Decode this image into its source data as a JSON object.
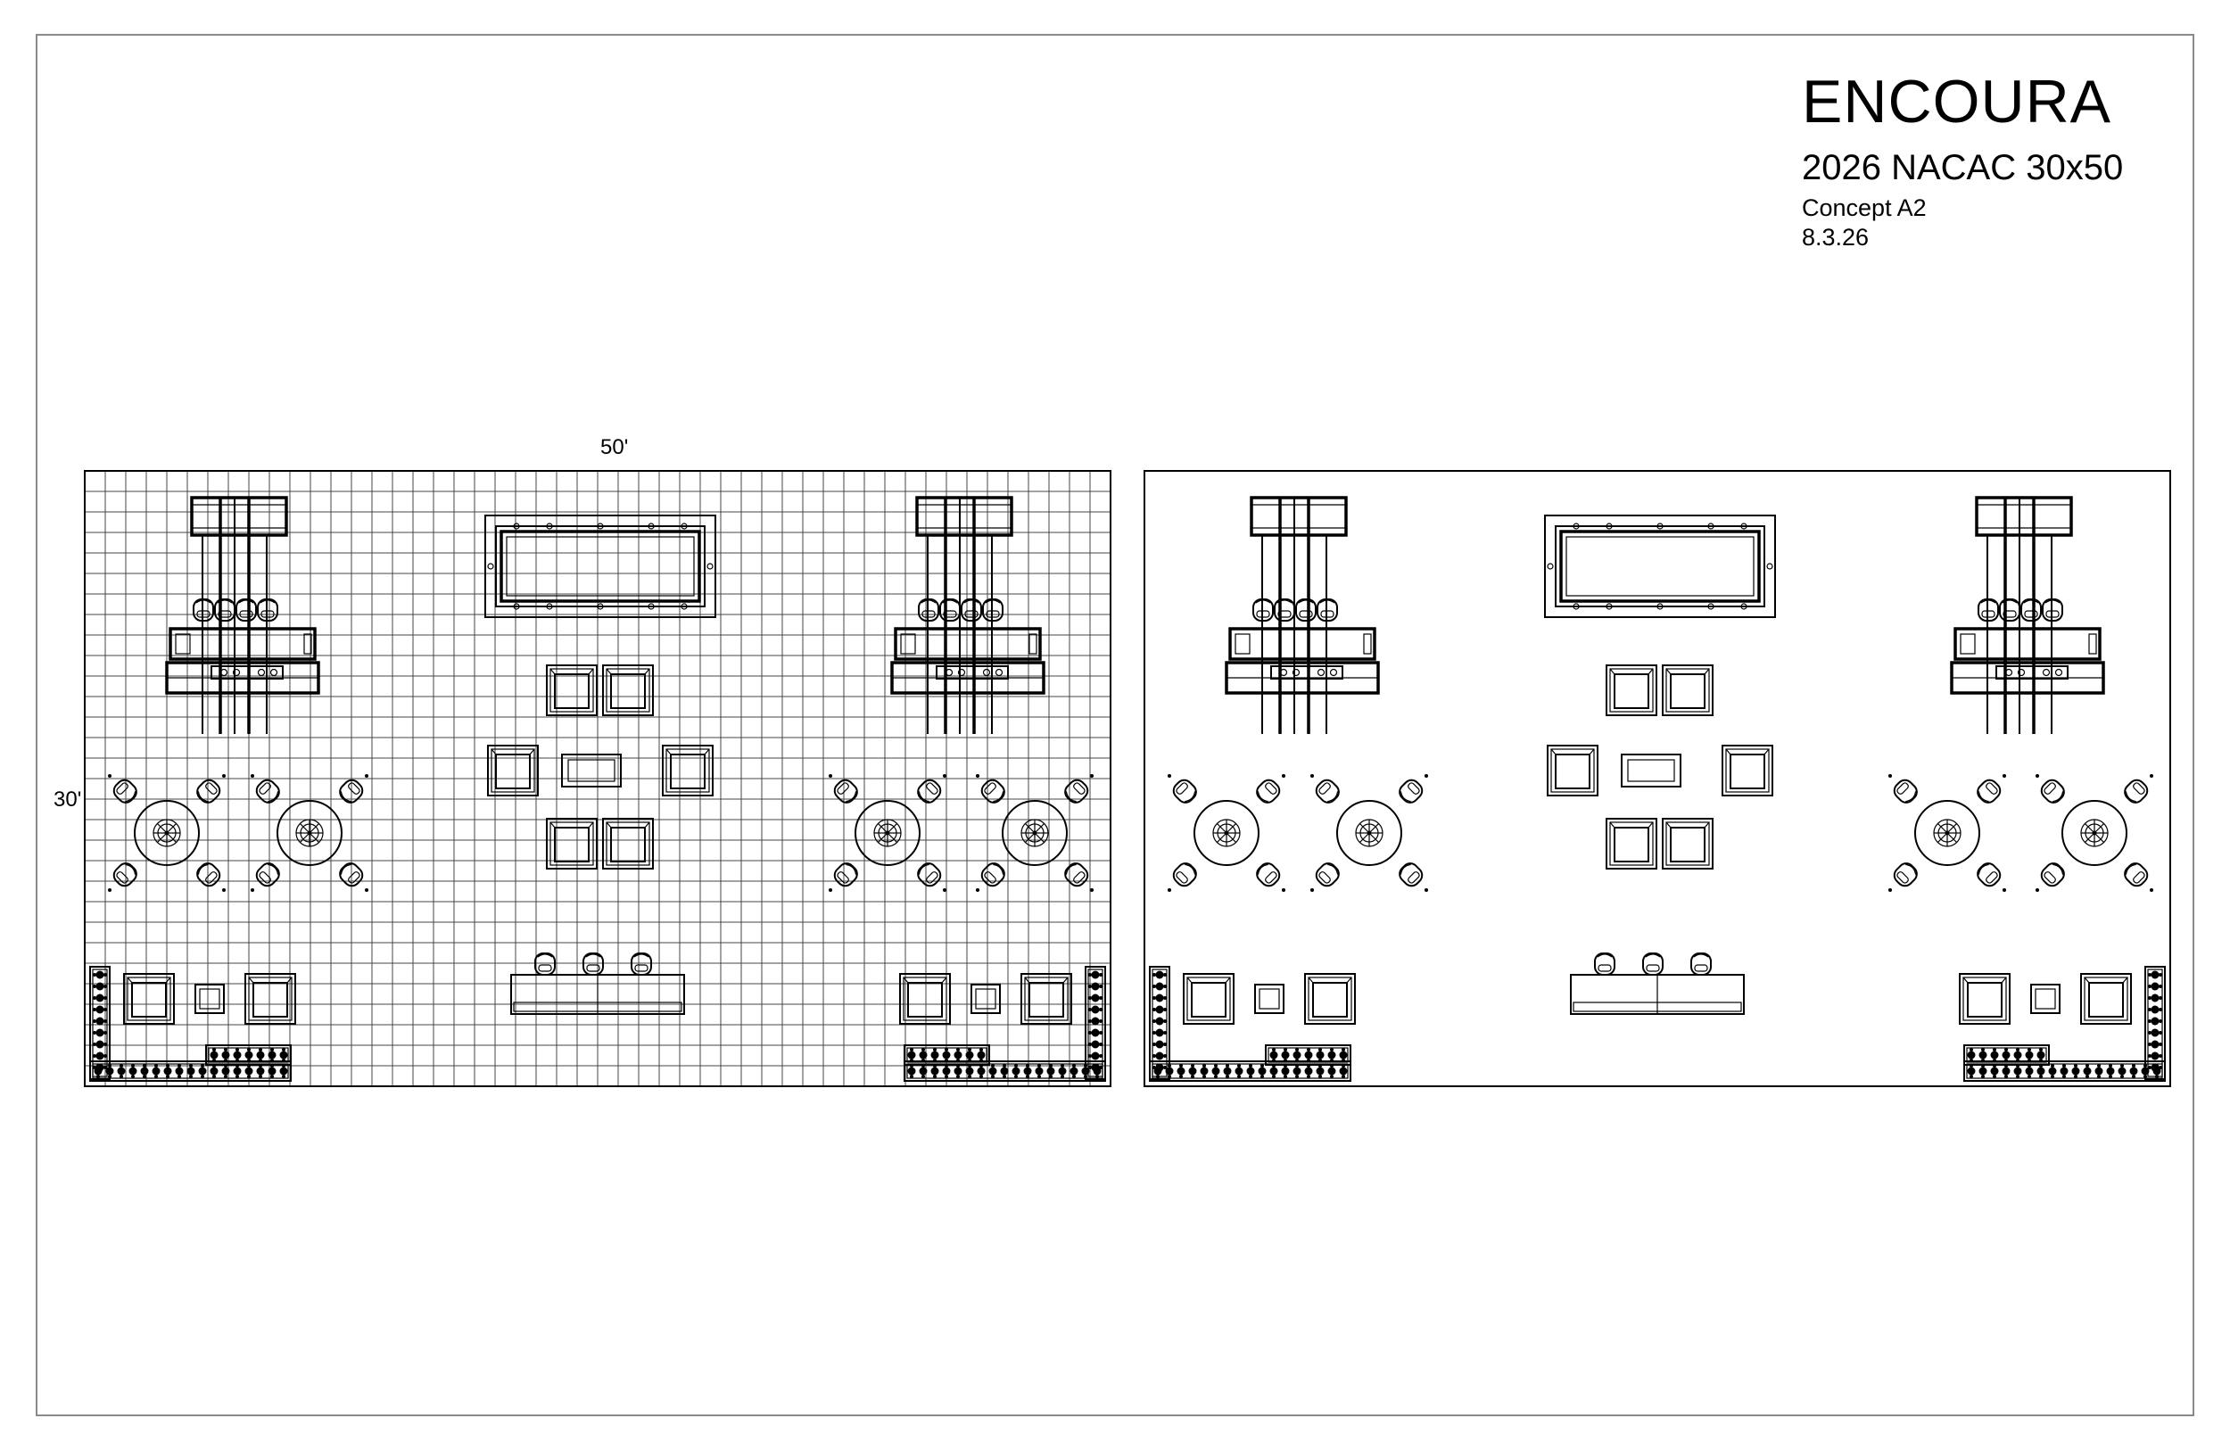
{
  "title_block": {
    "client": "ENCOURA",
    "project": "2026 NACAC 30x50",
    "concept": "Concept A2",
    "date": "8.3.26"
  },
  "dimensions": {
    "width_label": "50'",
    "depth_label": "30'"
  },
  "plans": [
    {
      "view": "gridded",
      "grid_feet": {
        "columns": 50,
        "rows": 30
      }
    },
    {
      "view": "clean"
    }
  ],
  "colors": {
    "line": "#000000",
    "sheet_border": "#8a8a8a",
    "grid": "#444444"
  }
}
